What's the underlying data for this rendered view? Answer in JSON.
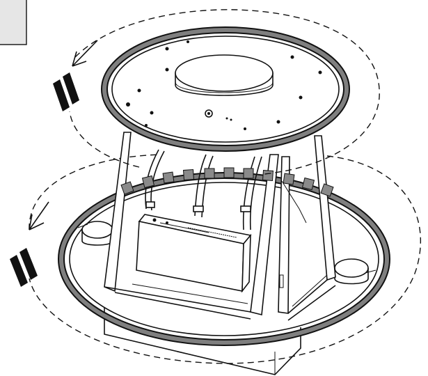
{
  "figure": {
    "kind": "technical assembly illustration",
    "parts": [
      "corner-tab",
      "base-box",
      "lower-ring",
      "lower-plate",
      "vent-collar-left",
      "vent-collar-right",
      "support-frame",
      "control-unit",
      "cable-bundles",
      "gasket-tape-segments",
      "upper-ring",
      "upper-plate",
      "center-duct-collar",
      "rotation-path-upper",
      "rotation-path-lower",
      "rotation-arrow-upper",
      "rotation-arrow-lower",
      "double-chevron-upper",
      "double-chevron-lower"
    ],
    "rotation_direction": "counterclockwise",
    "colors": {
      "line": "#111111",
      "ring_band": "#7f7f7f",
      "gasket": "#8a8a8a",
      "background": "#ffffff",
      "corner_tab": "#e6e6e6"
    }
  }
}
